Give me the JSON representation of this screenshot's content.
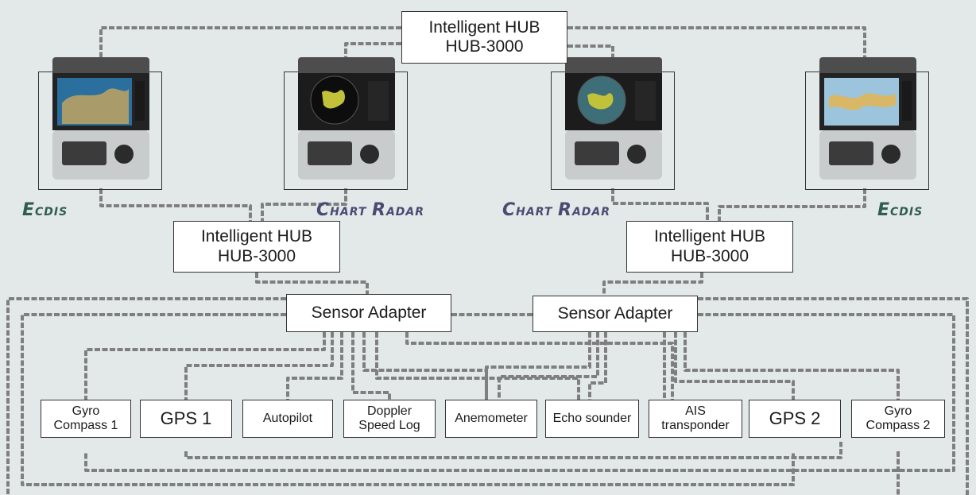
{
  "hubs": {
    "top": {
      "line1": "Intelligent HUB",
      "line2": "HUB-3000"
    },
    "left": {
      "line1": "Intelligent HUB",
      "line2": "HUB-3000"
    },
    "right": {
      "line1": "Intelligent HUB",
      "line2": "HUB-3000"
    }
  },
  "adapters": {
    "left": "Sensor Adapter",
    "right": "Sensor Adapter"
  },
  "sensors": {
    "gyro1": {
      "line1": "Gyro",
      "line2": "Compass 1"
    },
    "gps1": "GPS 1",
    "autopilot": "Autopilot",
    "doppler": {
      "line1": "Doppler",
      "line2": "Speed Log"
    },
    "anemometer": "Anemometer",
    "echo": "Echo sounder",
    "ais": {
      "line1": "AIS",
      "line2": "transponder"
    },
    "gps2": "GPS 2",
    "gyro2": {
      "line1": "Gyro",
      "line2": "Compass 2"
    }
  },
  "labels": {
    "ecdis_left": {
      "initial": "E",
      "rest": "cdis"
    },
    "radar_left": {
      "initial1": "C",
      "rest1": "hart",
      "initial2": "R",
      "rest2": "adar"
    },
    "radar_right": {
      "initial1": "C",
      "rest1": "hart",
      "initial2": "R",
      "rest2": "adar"
    },
    "ecdis_right": {
      "initial": "E",
      "rest": "cdis"
    }
  },
  "colors": {
    "background": "#e3e9e9",
    "cable": "#808080",
    "ecdis_brand": "#2f5e4c",
    "radar_brand": "#4a4a72"
  }
}
